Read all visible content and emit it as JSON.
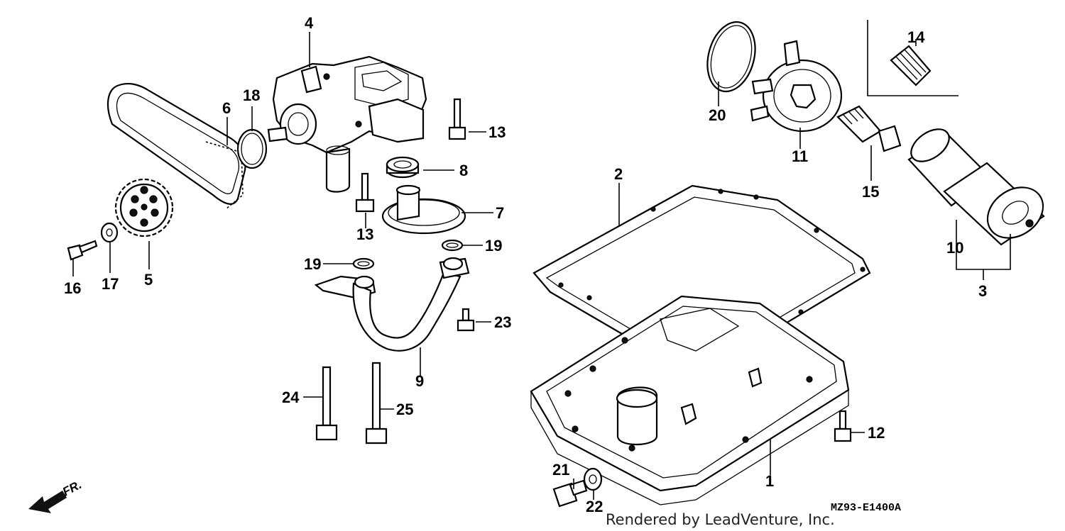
{
  "diagram": {
    "callouts": {
      "c1": "1",
      "c2": "2",
      "c3": "3",
      "c4": "4",
      "c5": "5",
      "c6": "6",
      "c7": "7",
      "c8": "8",
      "c9": "9",
      "c10": "10",
      "c11": "11",
      "c12": "12",
      "c13a": "13",
      "c13b": "13",
      "c14": "14",
      "c15": "15",
      "c16": "16",
      "c17": "17",
      "c18": "18",
      "c19a": "19",
      "c19b": "19",
      "c20": "20",
      "c21": "21",
      "c22": "22",
      "c23": "23",
      "c24": "24",
      "c25": "25"
    },
    "direction_label": "FR.",
    "diagram_code": "MZ93-E1400A",
    "credit": "Rendered by LeadVenture, Inc."
  }
}
